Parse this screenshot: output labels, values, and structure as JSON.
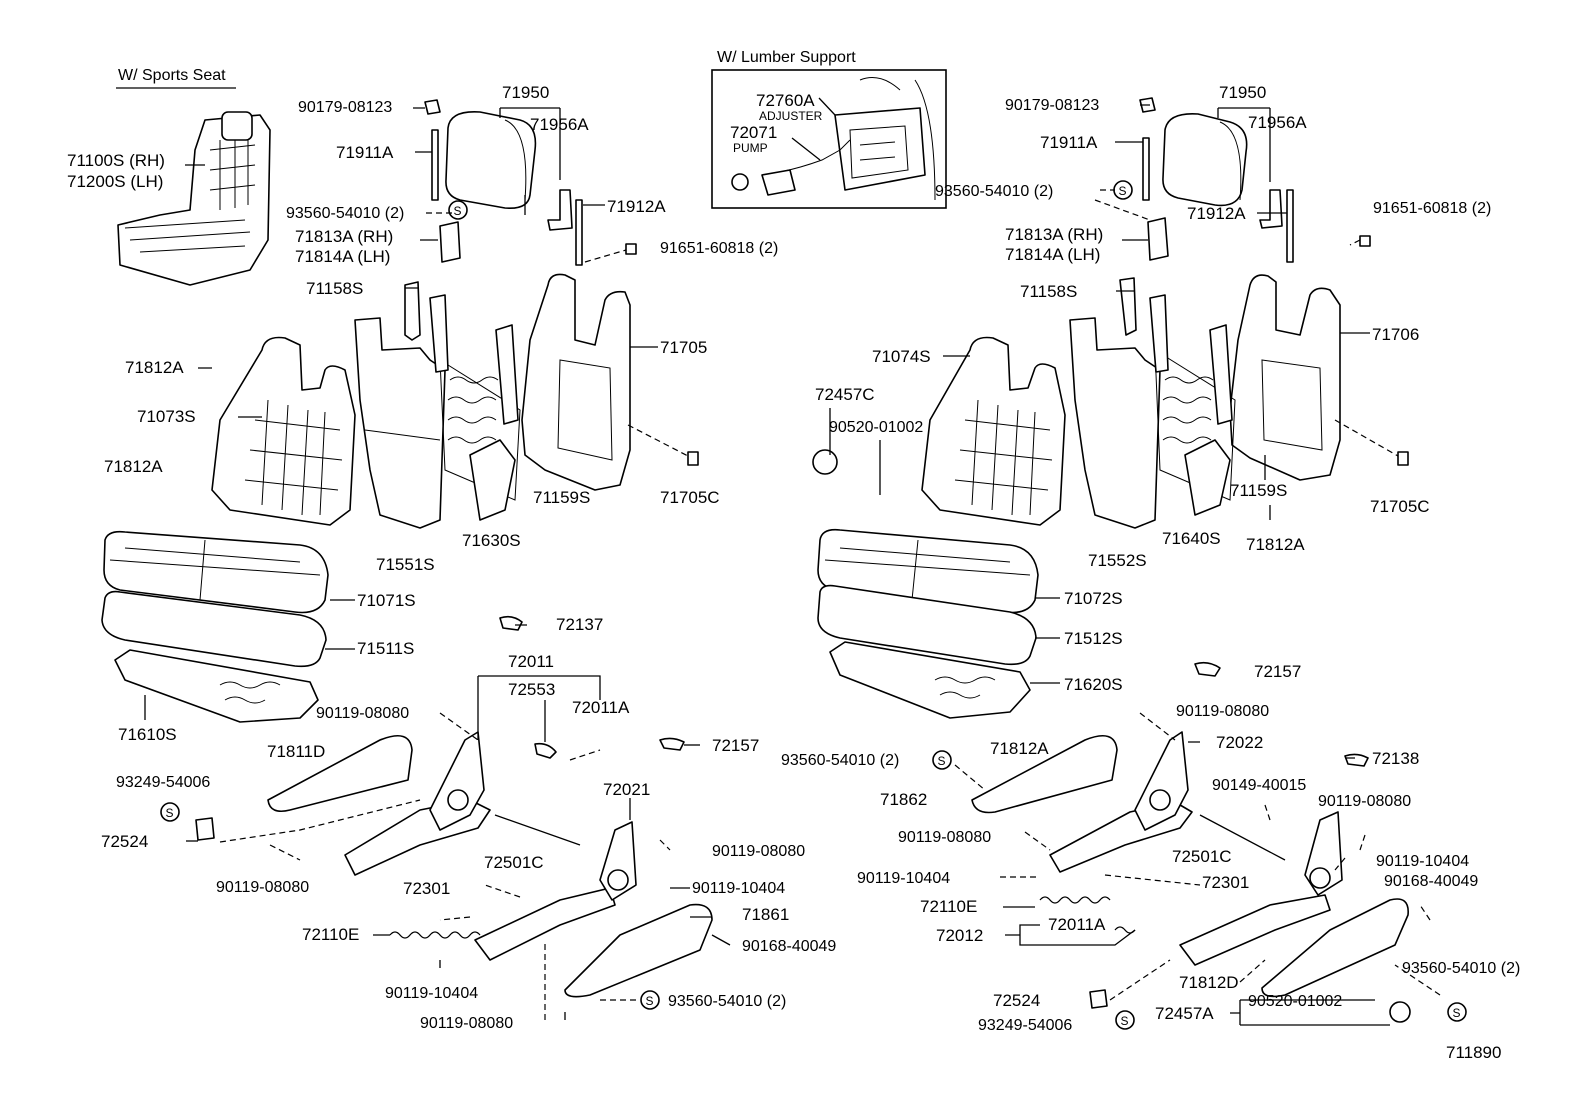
{
  "diagram_id": "711890",
  "headings": {
    "sports_seat": "W/ Sports Seat",
    "lumber_support": "W/ Lumber Support"
  },
  "inset_labels": {
    "adjuster": "ADJUSTER",
    "pump": "PUMP"
  },
  "labels": [
    "71100S (RH)",
    "71200S (LH)",
    "90179-08123",
    "71950",
    "71956A",
    "71911A",
    "71912A",
    "93560-54010 (2)",
    "71813A (RH)",
    "71814A (LH)",
    "91651-60818 (2)",
    "71158S",
    "71705",
    "71812A",
    "71073S",
    "71812A",
    "71551S",
    "71630S",
    "71159S",
    "71705C",
    "71071S",
    "71511S",
    "71610S",
    "72137",
    "72011",
    "72553",
    "72011A",
    "90119-08080",
    "71811D",
    "72157",
    "93249-54006",
    "72021",
    "72524",
    "72501C",
    "90119-08080",
    "90119-08080",
    "72301",
    "90119-10404",
    "71861",
    "72110E",
    "90168-40049",
    "90119-10404",
    "93560-54010 (2)",
    "90119-08080",
    "72760A",
    "72071",
    "90179-08123",
    "71950",
    "71956A",
    "71911A",
    "93560-54010 (2)",
    "91651-60818 (2)",
    "71813A (RH)",
    "71814A (LH)",
    "71912A",
    "71158S",
    "71074S",
    "71706",
    "72457C",
    "90520-01002",
    "71159S",
    "71705C",
    "71640S",
    "71812A",
    "71552S",
    "71072S",
    "71512S",
    "71620S",
    "72157",
    "90119-08080",
    "71812A",
    "72022",
    "93560-54010 (2)",
    "72138",
    "90149-40015",
    "90119-08080",
    "71862",
    "90119-08080",
    "72501C",
    "90119-10404",
    "90119-10404",
    "72301",
    "90168-40049",
    "72110E",
    "72012",
    "72011A",
    "71812D",
    "93560-54010 (2)",
    "72524",
    "72457A",
    "90520-01002",
    "93249-54006"
  ]
}
